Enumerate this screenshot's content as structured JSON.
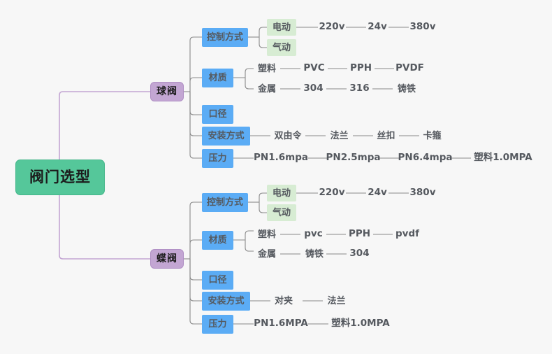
{
  "mindmap": {
    "title": "阀门选型",
    "background_color": "#f7f7f7",
    "colors": {
      "root": "#55c79a",
      "valve": "#c3a6d3",
      "category": "#5bacf5",
      "subnode": "#d7ecd3",
      "link_primary": "#c3a6d3",
      "link_secondary": "#8a8a8a",
      "text": "#55595f"
    },
    "root": {
      "label": "阀门选型",
      "branches": [
        {
          "label": "球阀",
          "categories": [
            {
              "label": "控制方式",
              "subnodes": [
                {
                  "label": "电动",
                  "leaves": [
                    "220v",
                    "24v",
                    "380v"
                  ]
                },
                {
                  "label": "气动",
                  "leaves": []
                }
              ]
            },
            {
              "label": "材质",
              "subnodes": [
                {
                  "label": "塑料",
                  "leaves": [
                    "PVC",
                    "PPH",
                    "PVDF"
                  ]
                },
                {
                  "label": "金属",
                  "leaves": [
                    "304",
                    "316",
                    "铸铁"
                  ]
                }
              ]
            },
            {
              "label": "口径",
              "subnodes": []
            },
            {
              "label": "安装方式",
              "subnodes": [
                {
                  "label": "双由令",
                  "leaves": [
                    "法兰",
                    "丝扣",
                    "卡箍"
                  ]
                }
              ]
            },
            {
              "label": "压力",
              "subnodes": [
                {
                  "label": "PN1.6mpa",
                  "leaves": [
                    "PN2.5mpa",
                    "PN6.4mpa",
                    "塑料1.0MPA"
                  ]
                }
              ]
            }
          ]
        },
        {
          "label": "蝶阀",
          "categories": [
            {
              "label": "控制方式",
              "subnodes": [
                {
                  "label": "电动",
                  "leaves": [
                    "220v",
                    "24v",
                    "380v"
                  ]
                },
                {
                  "label": "气动",
                  "leaves": []
                }
              ]
            },
            {
              "label": "材质",
              "subnodes": [
                {
                  "label": "塑料",
                  "leaves": [
                    "pvc",
                    "PPH",
                    "pvdf"
                  ]
                },
                {
                  "label": "金属",
                  "leaves": [
                    "铸铁",
                    "304"
                  ]
                }
              ]
            },
            {
              "label": "口径",
              "subnodes": []
            },
            {
              "label": "安装方式",
              "subnodes": [
                {
                  "label": "对夹",
                  "leaves": [
                    "法兰"
                  ]
                }
              ]
            },
            {
              "label": "压力",
              "subnodes": [
                {
                  "label": "PN1.6MPA",
                  "leaves": [
                    "塑料1.0MPA"
                  ]
                }
              ]
            }
          ]
        }
      ]
    },
    "labels": {
      "root": "阀门选型",
      "b1": "球阀",
      "b2": "蝶阀",
      "cat_control": "控制方式",
      "cat_material": "材质",
      "cat_caliber": "口径",
      "cat_install": "安装方式",
      "cat_pressure": "压力",
      "sub_electric": "电动",
      "sub_pneumatic": "气动",
      "sub_plastic": "塑料",
      "sub_metal": "金属",
      "v220": "220v",
      "v24": "24v",
      "v380": "380v",
      "pvc_upper": "PVC",
      "pph": "PPH",
      "pvdf_upper": "PVDF",
      "s304": "304",
      "s316": "316",
      "cast_iron": "铸铁",
      "union": "双由令",
      "flange": "法兰",
      "thread": "丝扣",
      "clamp": "卡箍",
      "pn16_lower": "PN1.6mpa",
      "pn25_lower": "PN2.5mpa",
      "pn64_lower": "PN6.4mpa",
      "plastic10": "塑料1.0MPA",
      "pvc_lower": "pvc",
      "pvdf_lower": "pvdf",
      "wafer": "对夹",
      "pn16_upper": "PN1.6MPA"
    }
  }
}
